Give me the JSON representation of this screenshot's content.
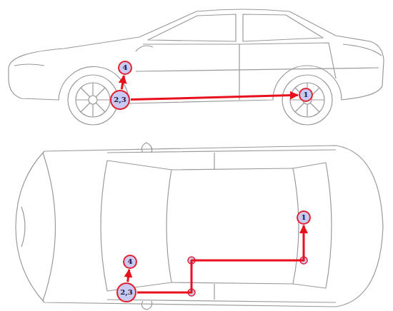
{
  "diagram": {
    "nodes": [
      {
        "text": [
          "4"
        ]
      },
      {
        "text": [
          "2,3"
        ]
      },
      {
        "text": [
          "1"
        ]
      },
      {
        "text": [
          "1"
        ]
      },
      {
        "text": [
          "4"
        ]
      },
      {
        "text": [
          "2,3"
        ]
      }
    ],
    "edges": [
      {
        "from": 1,
        "to": 0,
        "arrow": "to"
      },
      {
        "from": 1,
        "to": 2,
        "arrow": "to"
      },
      {
        "from": 5,
        "to": 4,
        "arrow": "to"
      },
      {
        "from": 5,
        "to": 3,
        "arrow": "to"
      }
    ]
  }
}
